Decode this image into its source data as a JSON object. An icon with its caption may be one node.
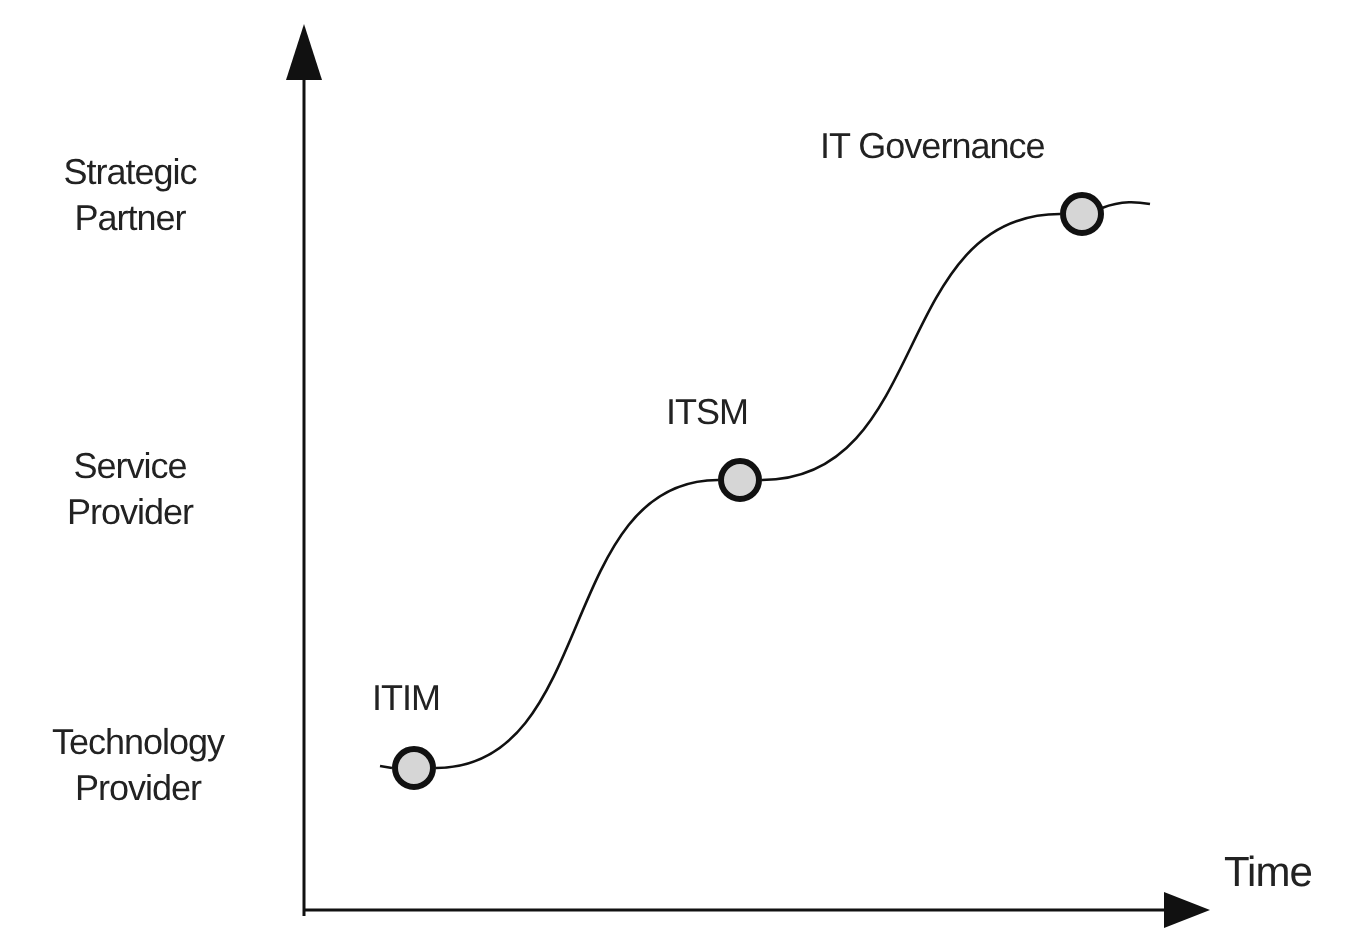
{
  "diagram": {
    "nodes": [
      {
        "text": [],
        "shape": "circle",
        "beside": [
          "ITIM"
        ]
      },
      {
        "text": [],
        "shape": "circle",
        "beside": [
          "ITSM"
        ]
      },
      {
        "text": [],
        "shape": "circle",
        "beside": [
          "IT Governance"
        ]
      }
    ],
    "edges": [
      {
        "from": null,
        "to": 0,
        "arrow": "none"
      },
      {
        "from": 0,
        "to": 1,
        "arrow": "none"
      },
      {
        "from": 1,
        "to": 2,
        "arrow": "none"
      },
      {
        "from": 2,
        "to": null,
        "arrow": "none"
      }
    ],
    "labels": [
      "Strategic Partner",
      "Service Provider",
      "Technology Provider",
      "Time"
    ]
  }
}
